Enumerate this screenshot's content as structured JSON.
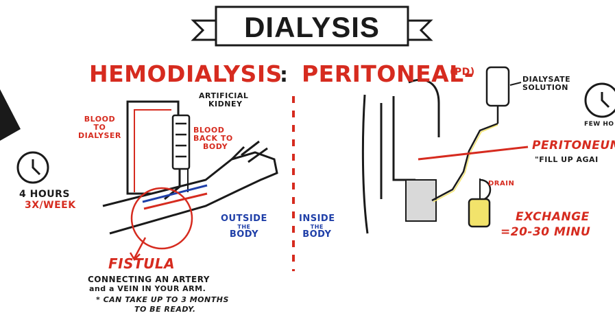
{
  "title": "DIALYSIS",
  "hemodialysis": {
    "heading": "HEMODIALYSIS",
    "artificial_kidney": [
      "ARTIFICIAL",
      "KIDNEY"
    ],
    "blood_to_dialyser": [
      "BLOOD",
      "TO",
      "DIALYSER"
    ],
    "blood_back_to_body": [
      "BLOOD",
      "BACK TO",
      "BODY"
    ],
    "duration": "4 HOURS",
    "frequency": "3X/WEEK",
    "outside": [
      "OUTSIDE",
      "THE",
      "BODY"
    ],
    "fistula": "FISTULA",
    "fistula_desc_1": "CONNECTING AN ARTERY",
    "fistula_desc_2": "and a VEIN IN YOUR ARM.",
    "fistula_note_1": "* CAN TAKE UP TO 3 MONTHS",
    "fistula_note_2": "TO BE READY."
  },
  "separator": ":",
  "peritoneal": {
    "heading": "PERITONEAL-",
    "abbr": "(PD)",
    "dialysate": [
      "DIALYSATE",
      "SOLUTION"
    ],
    "few_hours": "FEW HO",
    "peritoneum": "PERITONEUM",
    "fill_up": "\"FILL UP AGAI",
    "drain": "DRAIN",
    "inside": [
      "INSIDE",
      "THE",
      "BODY"
    ],
    "exchange": "EXCHANGE",
    "exchange_time": "=20-30 MINU"
  },
  "colors": {
    "ink": "#1a1a1a",
    "red": "#d62b1f",
    "blue": "#1f3fa8",
    "fluid": "#f2e36b"
  }
}
